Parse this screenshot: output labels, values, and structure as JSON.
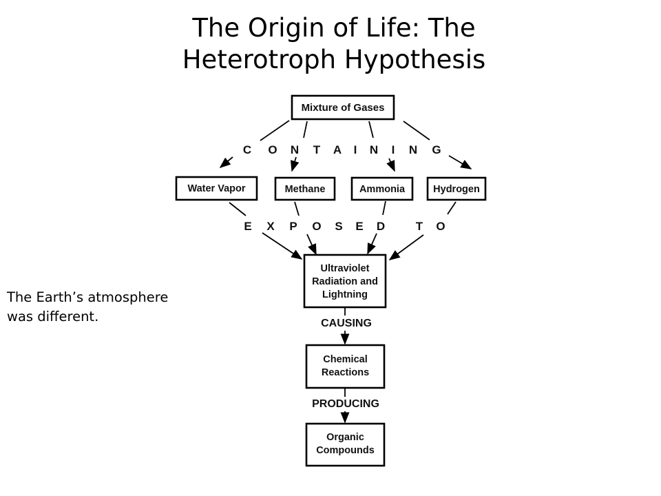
{
  "title": {
    "line1": "The Origin of Life: The",
    "line2": "Heterotroph Hypothesis"
  },
  "side_note": "The Earth’s atmosphere was different.",
  "diagram": {
    "top_node": "Mixture of Gases",
    "gas_nodes": [
      "Water Vapor",
      "Methane",
      "Ammonia",
      "Hydrogen"
    ],
    "containing_letters": [
      "C",
      "O",
      "N",
      "T",
      "A",
      "I",
      "N",
      "I",
      "N",
      "G"
    ],
    "exposed_letters": [
      "E",
      "X",
      "P",
      "O",
      "S",
      "E",
      "D",
      "T",
      "O"
    ],
    "energy_node": [
      "Ultraviolet",
      "Radiation and",
      "Lightning"
    ],
    "causing_label": "CAUSING",
    "reaction_node": [
      "Chemical",
      "Reactions"
    ],
    "producing_label": "PRODUCING",
    "result_node": [
      "Organic",
      "Compounds"
    ]
  }
}
